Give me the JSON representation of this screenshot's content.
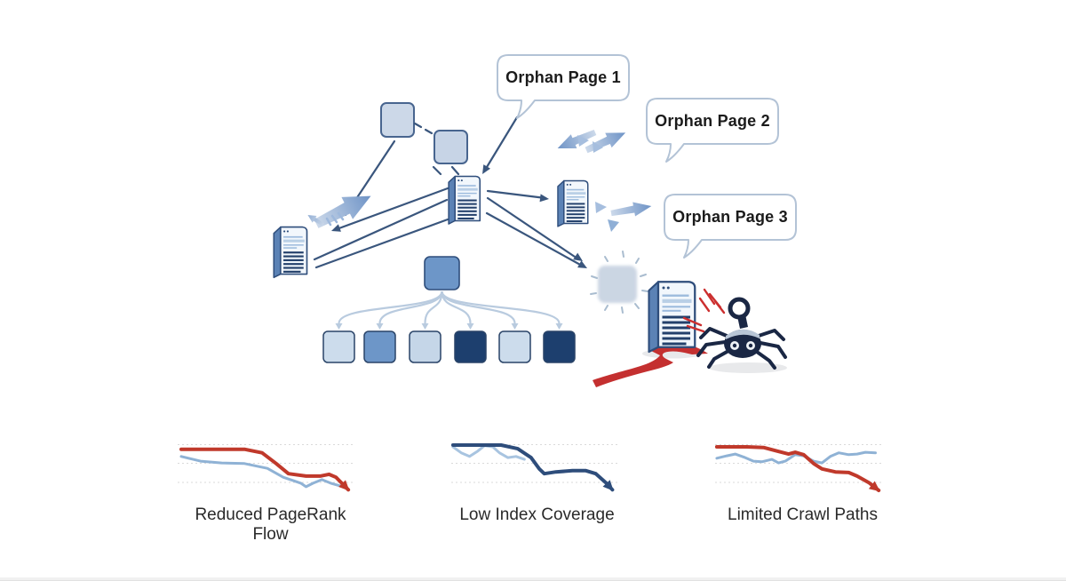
{
  "bubbles": [
    {
      "label": "Orphan Page 1"
    },
    {
      "label": "Orphan Page 2"
    },
    {
      "label": "Orphan Page 3"
    }
  ],
  "colors": {
    "diagram_navy": "#2e4d7b",
    "connector_line": "#3a567d",
    "node_blue": "#6d96c8",
    "node_light_blue": "#ccdcec",
    "node_dark_navy": "#1d3f6e",
    "bubble_border": "#b3c3d6",
    "soft_arrow_blue": "#8fafd6",
    "alert_red": "#c43030",
    "chart_red": "#c0392b",
    "chart_light_blue": "#8fb2d5",
    "chart_navy": "#2e4d7b",
    "chart_pale_blue": "#a8c4e0"
  },
  "chart_data": [
    {
      "type": "line",
      "title": "Reduced PageRank Flow",
      "xlabel": "",
      "ylabel": "",
      "x_range": [
        0,
        100
      ],
      "y_range": [
        0,
        100
      ],
      "grid": "3 faint dotted horizontal lines",
      "legend": "none",
      "series": [
        {
          "name": "pagerank-trend-red",
          "color": "#c0392b",
          "arrow_end": true,
          "points": [
            [
              2,
              84
            ],
            [
              20,
              84
            ],
            [
              38,
              84
            ],
            [
              48,
              78
            ],
            [
              56,
              60
            ],
            [
              63,
              43
            ],
            [
              73,
              39
            ],
            [
              81,
              39
            ],
            [
              86,
              42
            ],
            [
              90,
              37
            ],
            [
              97,
              16
            ]
          ]
        },
        {
          "name": "pagerank-trend-blue",
          "color": "#8fb2d5",
          "arrow_end": false,
          "points": [
            [
              2,
              72
            ],
            [
              13,
              64
            ],
            [
              25,
              61
            ],
            [
              38,
              60
            ],
            [
              51,
              52
            ],
            [
              60,
              37
            ],
            [
              66,
              31
            ],
            [
              70,
              27
            ],
            [
              73,
              21
            ],
            [
              77,
              27
            ],
            [
              82,
              33
            ],
            [
              87,
              27
            ],
            [
              93,
              22
            ]
          ]
        }
      ]
    },
    {
      "type": "line",
      "title": "Low Index Coverage",
      "xlabel": "",
      "ylabel": "",
      "x_range": [
        0,
        100
      ],
      "y_range": [
        0,
        100
      ],
      "grid": "3 faint dotted horizontal lines",
      "legend": "none",
      "series": [
        {
          "name": "index-coverage-navy",
          "color": "#2e4d7b",
          "arrow_end": true,
          "points": [
            [
              1,
              91
            ],
            [
              17,
              91
            ],
            [
              30,
              91
            ],
            [
              40,
              85
            ],
            [
              48,
              70
            ],
            [
              53,
              51
            ],
            [
              56,
              43
            ],
            [
              63,
              46
            ],
            [
              73,
              48
            ],
            [
              81,
              48
            ],
            [
              87,
              43
            ],
            [
              93,
              28
            ],
            [
              97,
              16
            ]
          ]
        },
        {
          "name": "index-coverage-pale",
          "color": "#a8c4e0",
          "arrow_end": false,
          "points": [
            [
              1,
              88
            ],
            [
              6,
              78
            ],
            [
              11,
              72
            ],
            [
              16,
              81
            ],
            [
              20,
              90
            ],
            [
              25,
              88
            ],
            [
              29,
              78
            ],
            [
              34,
              70
            ],
            [
              39,
              72
            ],
            [
              44,
              67
            ]
          ]
        }
      ]
    },
    {
      "type": "line",
      "title": "Limited Crawl Paths",
      "xlabel": "",
      "ylabel": "",
      "x_range": [
        0,
        100
      ],
      "y_range": [
        0,
        100
      ],
      "grid": "3 faint dotted horizontal lines",
      "legend": "none",
      "series": [
        {
          "name": "crawl-paths-red",
          "color": "#c0392b",
          "arrow_end": true,
          "points": [
            [
              1,
              88
            ],
            [
              19,
              88
            ],
            [
              29,
              87
            ],
            [
              37,
              81
            ],
            [
              44,
              76
            ],
            [
              48,
              79
            ],
            [
              53,
              75
            ],
            [
              59,
              60
            ],
            [
              64,
              51
            ],
            [
              72,
              46
            ],
            [
              80,
              45
            ],
            [
              85,
              39
            ],
            [
              92,
              28
            ],
            [
              98,
              15
            ]
          ]
        },
        {
          "name": "crawl-paths-blue",
          "color": "#8fb2d5",
          "arrow_end": false,
          "points": [
            [
              1,
              69
            ],
            [
              7,
              73
            ],
            [
              12,
              76
            ],
            [
              18,
              70
            ],
            [
              23,
              64
            ],
            [
              28,
              63
            ],
            [
              34,
              67
            ],
            [
              38,
              61
            ],
            [
              42,
              64
            ],
            [
              48,
              75
            ],
            [
              53,
              73
            ],
            [
              59,
              64
            ],
            [
              64,
              61
            ],
            [
              69,
              72
            ],
            [
              74,
              78
            ],
            [
              80,
              75
            ],
            [
              85,
              76
            ],
            [
              90,
              79
            ],
            [
              96,
              78
            ]
          ]
        }
      ]
    }
  ]
}
